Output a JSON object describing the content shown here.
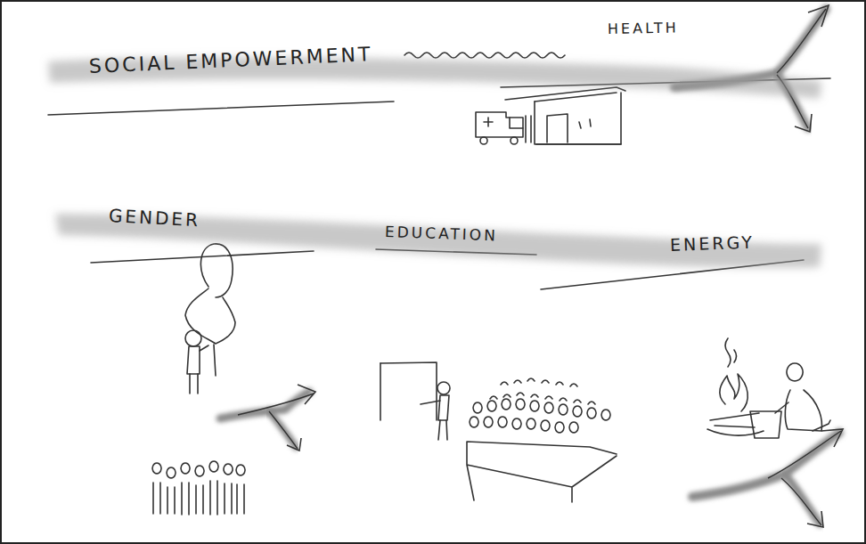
{
  "diagram": {
    "nodes": [
      {
        "text": [
          "SOCIAL EMPOWERMENT",
          "HEALTH"
        ]
      },
      {
        "text": [
          "GENDER",
          "EDUCATION",
          "ENERGY"
        ]
      }
    ]
  }
}
